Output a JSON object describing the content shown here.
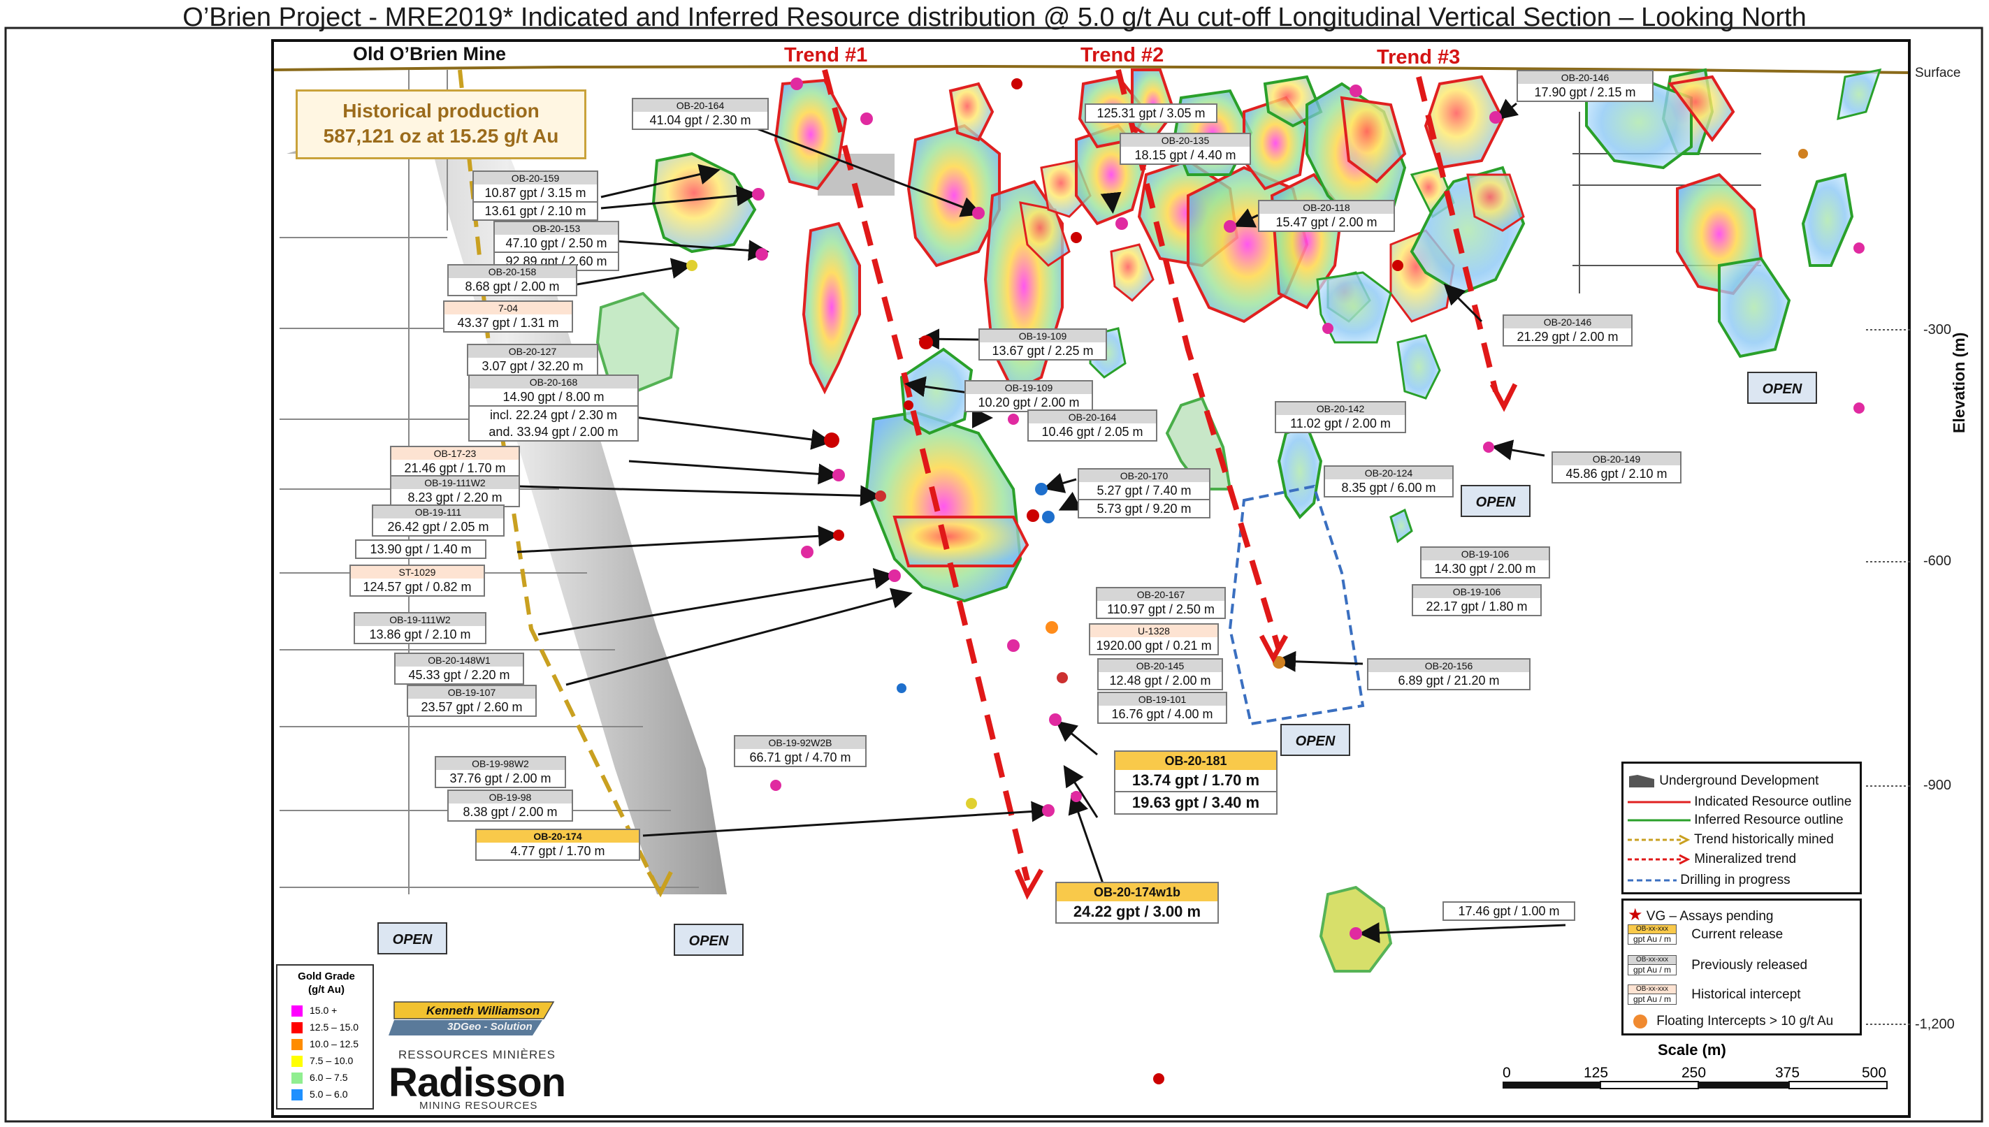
{
  "title": "O’Brien Project - MRE2019* Indicated and Inferred Resource distribution @ 5.0 g/t Au cut-off Longitudinal Vertical Section – Looking North",
  "mine_label": "Old O’Brien Mine",
  "trends": [
    "Trend #1",
    "Trend #2",
    "Trend #3"
  ],
  "surface_label": "Surface",
  "historical_production": {
    "line1": "Historical production",
    "line2": "587,121 oz at 15.25 g/t Au"
  },
  "elevation_axis": "Elevation (m)",
  "elevation_ticks": [
    "-300",
    "-600",
    "-900",
    "-1,200"
  ],
  "open_label": "OPEN",
  "intercepts": [
    {
      "hole": "OB-20-164",
      "values": [
        "41.04 gpt / 2.30 m"
      ],
      "kind": "prev"
    },
    {
      "hole": "OB-20-159",
      "values": [
        "10.87 gpt / 3.15 m",
        "13.61 gpt / 2.10 m"
      ],
      "kind": "prev"
    },
    {
      "hole": "OB-20-153",
      "values": [
        "47.10 gpt / 2.50 m",
        "92.89 gpt / 2.60 m"
      ],
      "kind": "prev"
    },
    {
      "hole": "OB-20-158",
      "values": [
        "8.68 gpt / 2.00 m"
      ],
      "kind": "prev"
    },
    {
      "hole": "7-04",
      "values": [
        "43.37 gpt / 1.31 m"
      ],
      "kind": "hist"
    },
    {
      "hole": "OB-20-127",
      "values": [
        "3.07 gpt / 32.20 m"
      ],
      "kind": "prev"
    },
    {
      "hole": "OB-20-168",
      "values": [
        "14.90 gpt / 8.00 m",
        "incl. 22.24 gpt / 2.30 m",
        "and. 33.94 gpt / 2.00 m"
      ],
      "kind": "prev"
    },
    {
      "hole": "OB-17-23",
      "values": [
        "21.46 gpt / 1.70 m"
      ],
      "kind": "hist"
    },
    {
      "hole": "OB-19-111W2",
      "values": [
        "8.23 gpt / 2.20 m"
      ],
      "kind": "prev"
    },
    {
      "hole": "OB-19-111",
      "values": [
        "26.42 gpt / 2.05 m"
      ],
      "kind": "prev"
    },
    {
      "hole": "",
      "values": [
        "13.90 gpt / 1.40 m"
      ],
      "kind": "hist"
    },
    {
      "hole": "ST-1029",
      "values": [
        "124.57 gpt / 0.82 m"
      ],
      "kind": "hist"
    },
    {
      "hole": "OB-19-111W2",
      "values": [
        "13.86 gpt / 2.10 m"
      ],
      "kind": "prev"
    },
    {
      "hole": "OB-20-148W1",
      "values": [
        "45.33 gpt / 2.20 m"
      ],
      "kind": "prev"
    },
    {
      "hole": "OB-19-107",
      "values": [
        "23.57 gpt / 2.60 m"
      ],
      "kind": "prev"
    },
    {
      "hole": "OB-19-98W2",
      "values": [
        "37.76 gpt / 2.00 m"
      ],
      "kind": "prev"
    },
    {
      "hole": "OB-19-98",
      "values": [
        "8.38 gpt / 2.00 m"
      ],
      "kind": "prev"
    },
    {
      "hole": "OB-20-174",
      "values": [
        "4.77 gpt / 1.70 m"
      ],
      "kind": "cur"
    },
    {
      "hole": "OB-19-92W2B",
      "values": [
        "66.71 gpt / 4.70 m"
      ],
      "kind": "prev"
    },
    {
      "hole": "OB-19-109",
      "values": [
        "13.67 gpt / 2.25 m"
      ],
      "kind": "prev"
    },
    {
      "hole": "OB-19-109",
      "values": [
        "10.20 gpt / 2.00 m"
      ],
      "kind": "prev"
    },
    {
      "hole": "OB-20-164",
      "values": [
        "10.46 gpt / 2.05 m"
      ],
      "kind": "prev"
    },
    {
      "hole": "",
      "values": [
        "125.31 gpt / 3.05 m"
      ],
      "kind": "hist"
    },
    {
      "hole": "OB-20-135",
      "values": [
        "18.15 gpt / 4.40 m"
      ],
      "kind": "prev"
    },
    {
      "hole": "OB-20-118",
      "values": [
        "15.47 gpt / 2.00 m"
      ],
      "kind": "prev"
    },
    {
      "hole": "OB-20-146",
      "values": [
        "17.90 gpt / 2.15 m"
      ],
      "kind": "prev"
    },
    {
      "hole": "OB-20-146",
      "values": [
        "21.29 gpt / 2.00 m"
      ],
      "kind": "prev"
    },
    {
      "hole": "OB-20-142",
      "values": [
        "11.02 gpt / 2.00 m"
      ],
      "kind": "prev"
    },
    {
      "hole": "OB-20-170",
      "values": [
        "5.27 gpt / 7.40 m",
        "5.73 gpt / 9.20 m"
      ],
      "kind": "prev"
    },
    {
      "hole": "OB-20-124",
      "values": [
        "8.35 gpt / 6.00 m"
      ],
      "kind": "prev"
    },
    {
      "hole": "OB-20-149",
      "values": [
        "45.86 gpt / 2.10 m"
      ],
      "kind": "prev"
    },
    {
      "hole": "OB-19-106",
      "values": [
        "14.30 gpt / 2.00 m"
      ],
      "kind": "prev"
    },
    {
      "hole": "OB-19-106",
      "values": [
        "22.17 gpt / 1.80 m"
      ],
      "kind": "prev"
    },
    {
      "hole": "OB-20-167",
      "values": [
        "110.97 gpt / 2.50 m"
      ],
      "kind": "prev"
    },
    {
      "hole": "U-1328",
      "values": [
        "1920.00 gpt / 0.21 m"
      ],
      "kind": "hist"
    },
    {
      "hole": "OB-20-145",
      "values": [
        "12.48 gpt / 2.00 m"
      ],
      "kind": "prev"
    },
    {
      "hole": "OB-19-101",
      "values": [
        "16.76 gpt / 4.00 m"
      ],
      "kind": "prev"
    },
    {
      "hole": "OB-20-156",
      "values": [
        "6.89 gpt / 21.20 m"
      ],
      "kind": "prev"
    },
    {
      "hole": "OB-20-181",
      "values": [
        "13.74 gpt / 1.70 m",
        "19.63 gpt / 3.40 m"
      ],
      "kind": "cur"
    },
    {
      "hole": "OB-20-174w1b",
      "values": [
        "24.22 gpt / 3.00 m"
      ],
      "kind": "cur"
    },
    {
      "hole": "",
      "values": [
        "17.46 gpt / 1.00 m"
      ],
      "kind": "hist"
    }
  ],
  "legend": {
    "items": [
      "Underground Development",
      "Indicated Resource outline",
      "Inferred Resource outline",
      "Trend historically mined",
      "Mineralized trend",
      "Drilling in progress"
    ],
    "colors": {
      "underground": "#555555",
      "indicated": "#e02020",
      "inferred": "#2aa02a",
      "trend_hist": "#c9a020",
      "trend_min": "#e01818",
      "drilling": "#3a6fc0"
    }
  },
  "legend2": {
    "vg": "VG – Assays pending",
    "mini_hole": "OB-xx-xxx",
    "mini_value": "gpt Au / m",
    "current": "Current release",
    "previous": "Previously released",
    "historical": "Historical intercept",
    "floating": "Floating Intercepts > 10 g/t Au"
  },
  "grade_legend": {
    "title_line1": "Gold Grade",
    "title_line2": "(g/t Au)",
    "rows": [
      {
        "label": "15.0 +",
        "color": "#ff00ff"
      },
      {
        "label": "12.5 – 15.0",
        "color": "#ff0000"
      },
      {
        "label": "10.0 – 12.5",
        "color": "#ff8c00"
      },
      {
        "label": "7.5 – 10.0",
        "color": "#ffff00"
      },
      {
        "label": "6.0 – 7.5",
        "color": "#90ee90"
      },
      {
        "label": "5.0 – 6.0",
        "color": "#1e90ff"
      }
    ]
  },
  "scale": {
    "title": "Scale (m)",
    "ticks": [
      "0",
      "125",
      "250",
      "375",
      "500"
    ]
  },
  "logos": {
    "kw_line1": "Kenneth Williamson",
    "kw_line2": "3DGeo - Solution",
    "rad_top": "RESSOURCES MINIÈRES",
    "rad_main": "Radisson",
    "rad_bot": "MINING RESOURCES"
  }
}
